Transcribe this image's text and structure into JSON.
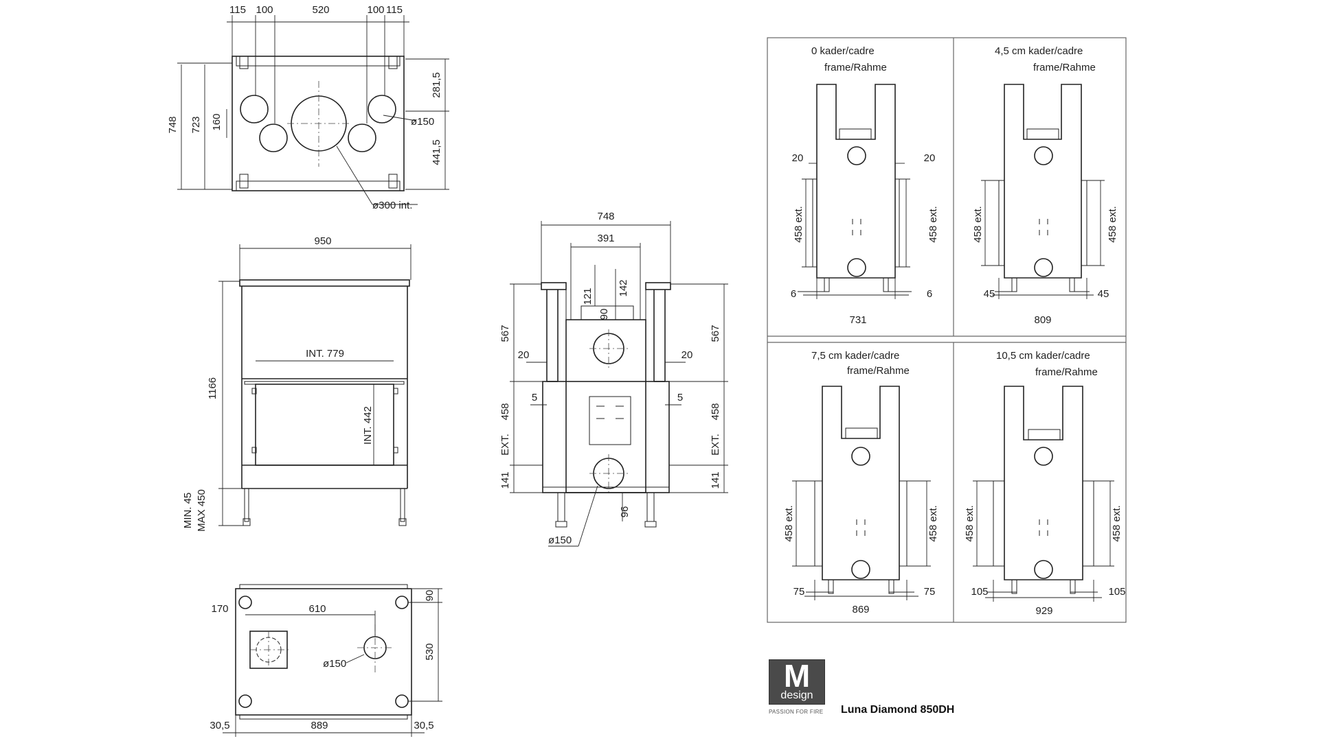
{
  "brand": {
    "logo_letter": "M",
    "logo_word": "design",
    "tagline": "PASSION FOR FIRE"
  },
  "product_name": "Luna Diamond 850DH",
  "top_view": {
    "w115a": "115",
    "w100a": "100",
    "w520": "520",
    "w100b": "100",
    "w115b": "115",
    "h748": "748",
    "h723": "723",
    "h160": "160",
    "h281": "281,5",
    "h441": "441,5",
    "d150": "ø150",
    "d300": "ø300 int."
  },
  "front_view": {
    "w950": "950",
    "int779": "INT. 779",
    "int442": "INT. 442",
    "h1166": "1166",
    "leg_min": "MIN. 45",
    "leg_max": "MAX 450"
  },
  "side_view": {
    "w748": "748",
    "w391": "391",
    "h121": "121",
    "h142": "142",
    "h90": "90",
    "h567l": "567",
    "h567r": "567",
    "d20l": "20",
    "d20r": "20",
    "d5l": "5",
    "d5r": "5",
    "h458l": "458",
    "h458r": "458",
    "extl": "EXT.",
    "extr": "EXT.",
    "h141l": "141",
    "h141r": "141",
    "h96": "96",
    "d150": "ø150"
  },
  "bottom_view": {
    "w170": "170",
    "w610": "610",
    "h90": "90",
    "h530": "530",
    "d150": "ø150",
    "w30a": "30,5",
    "w889": "889",
    "w30b": "30,5"
  },
  "frames": [
    {
      "title": "0   kader/cadre",
      "subtitle": "frame/Rahme",
      "side": "20",
      "ext": "458 ext.",
      "foot": "6",
      "width": "731"
    },
    {
      "title": "4,5 cm  kader/cadre",
      "subtitle": "frame/Rahme",
      "side": "",
      "ext": "458 ext.",
      "foot": "45",
      "width": "809"
    },
    {
      "title": "7,5 cm  kader/cadre",
      "subtitle": "frame/Rahme",
      "side": "",
      "ext": "458 ext.",
      "foot": "75",
      "width": "869"
    },
    {
      "title": "10,5 cm  kader/cadre",
      "subtitle": "frame/Rahme",
      "side": "",
      "ext": "458 ext.",
      "foot": "105",
      "width": "929"
    }
  ]
}
